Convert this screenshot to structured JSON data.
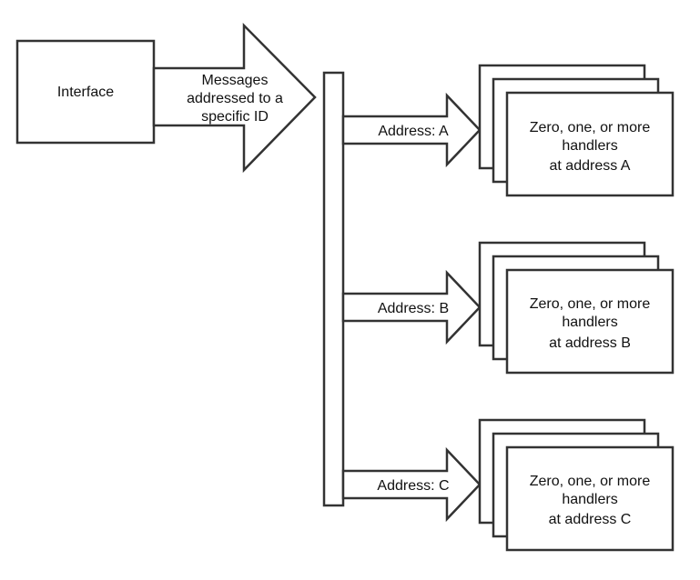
{
  "interface": {
    "label": "Interface"
  },
  "main_arrow": {
    "lines": [
      "Messages",
      "addressed to a",
      "specific ID"
    ]
  },
  "routes": [
    {
      "arrow_label": "Address: A",
      "handler_lines": [
        "Zero, one, or more",
        "handlers",
        "at address A"
      ]
    },
    {
      "arrow_label": "Address: B",
      "handler_lines": [
        "Zero, one, or more",
        "handlers",
        "at address B"
      ]
    },
    {
      "arrow_label": "Address: C",
      "handler_lines": [
        "Zero, one, or more",
        "handlers",
        "at address C"
      ]
    }
  ]
}
